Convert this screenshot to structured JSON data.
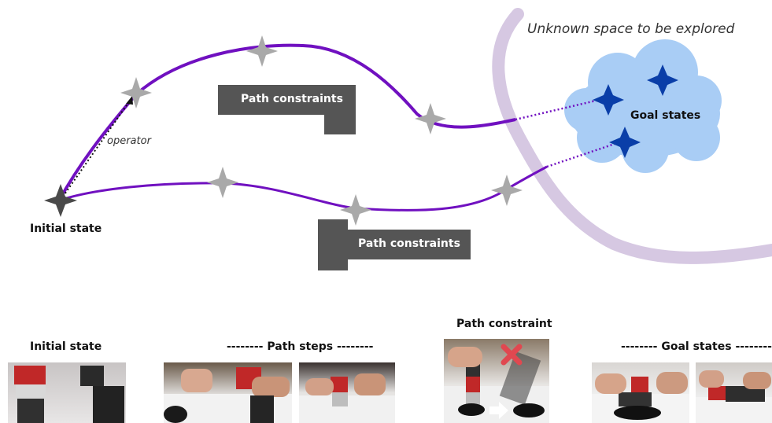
{
  "diagram": {
    "unknown_space_label": "Unknown space to be explored",
    "goal_states_label": "Goal states",
    "operator_label": "operator",
    "initial_state_label": "Initial state",
    "path_constraints_top": "Path constraints",
    "path_constraints_bottom": "Path constraints"
  },
  "photo_strip": {
    "initial_state_label": "Initial state",
    "path_steps_label": "-------- Path steps --------",
    "path_constraint_label": "Path constraint",
    "goal_states_label": "-------- Goal states --------"
  },
  "colors": {
    "path": "#7010c0",
    "waypoint": "#a9a9a9",
    "initial_star": "#4a4a4a",
    "goal_star": "#0a3ea8",
    "cloud": "#a9cdf5",
    "boundary": "#d6c8e2",
    "constraint_box": "#555555",
    "cross": "#e04850"
  }
}
